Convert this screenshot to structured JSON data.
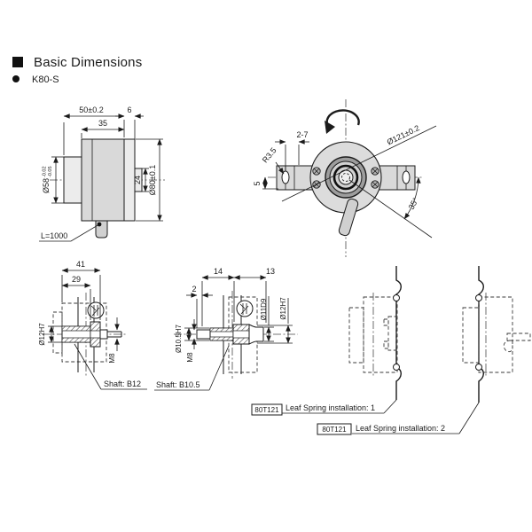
{
  "header": {
    "title": "Basic Dimensions",
    "model": "K80-S"
  },
  "side_view": {
    "dim_overall": "50±0.2",
    "dim_body": "35",
    "dim_rear": "6",
    "dim_flange_dia": "Ø58",
    "dim_flange_tol_top": "-0.02",
    "dim_flange_tol_bot": "-0.05",
    "dim_hub": "24",
    "dim_body_dia": "Ø80±0.1",
    "cable_length": "L=1000"
  },
  "front_view": {
    "dim_slot": "2-7",
    "dim_slot_radius": "R3.5",
    "dim_offset": "5",
    "dim_outer_dia": "Ø121±0.2",
    "dim_cable_angle": "35°"
  },
  "shaft_b12": {
    "dim_total": "41",
    "dim_hub": "29",
    "dim_bore": "Ø12H7",
    "dim_thread": "M8",
    "label": "Shaft: B12"
  },
  "shaft_b105": {
    "dim_left": "14",
    "dim_right": "13",
    "dim_gap": "2",
    "dim_bore": "Ø10.5H7",
    "dim_thread": "M8",
    "dim_mid_dia": "Ø11D9",
    "dim_right_dia": "Ø12H7",
    "label": "Shaft: B10.5"
  },
  "installations": [
    {
      "code": "80T121",
      "label": "Leaf Spring installation: 1"
    },
    {
      "code": "80T121",
      "label": "Leaf Spring installation: 2"
    }
  ],
  "colors": {
    "line": "#1b1b1b",
    "body_fill": "#d9d9d9",
    "background": "#ffffff"
  }
}
